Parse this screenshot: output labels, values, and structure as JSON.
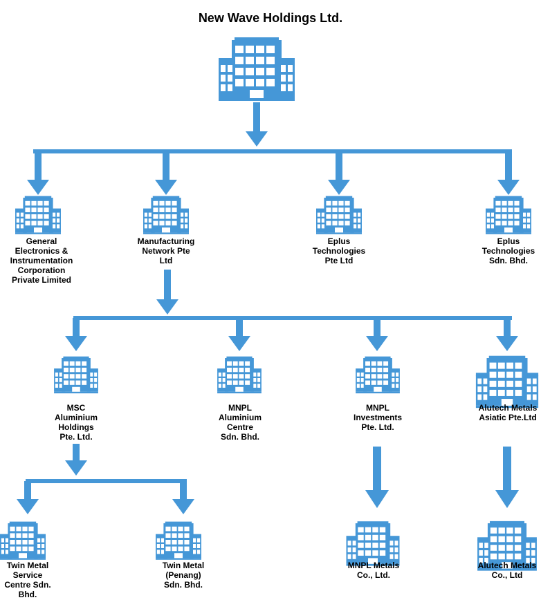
{
  "title": "New Wave Holdings Ltd.",
  "colors": {
    "accent": "#4597d7",
    "text": "#000000",
    "background": "#ffffff"
  },
  "icon": "office-building-icon",
  "nodes": {
    "root": "",
    "gei": "General\nElectronics &\nInstrumentation\nCorporation\nPrivate Limited",
    "mnpl_network": "Manufacturing\nNetwork Pte\nLtd",
    "eplus_pte": "Eplus\nTechnologies\nPte Ltd",
    "eplus_sdn": "Eplus\nTechnologies\nSdn. Bhd.",
    "msc": "MSC\nAluminium\nHoldings\nPte. Ltd.",
    "mnpl_alu": "MNPL\nAluminium\nCentre\nSdn. Bhd.",
    "mnpl_inv": "MNPL\nInvestments\nPte. Ltd.",
    "alutech_asiatic": "Alutech Metals\nAsiatic Pte.Ltd",
    "twin_service": "Twin Metal\nService\nCentre Sdn.\nBhd.",
    "twin_penang": "Twin Metal\n(Penang)\nSdn. Bhd.",
    "mnpl_metals": "MNPL Metals\nCo., Ltd.",
    "alutech_co": "Alutech Metals\nCo., Ltd"
  }
}
